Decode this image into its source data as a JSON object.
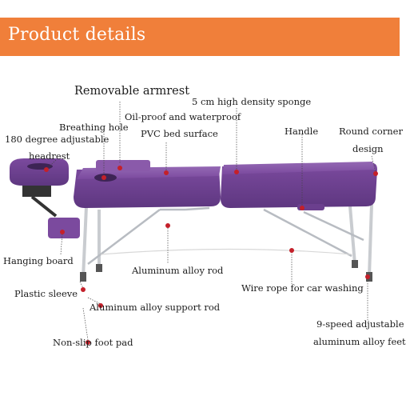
{
  "banner": {
    "title": "Product details",
    "color": "#f07f3a"
  },
  "labels": {
    "removable_armrest": "Removable armrest",
    "breathing_hole": "Breathing hole",
    "oil_proof_line1": "Oil-proof and waterproof",
    "oil_proof_line2": "PVC bed surface",
    "sponge": "5 cm high density sponge",
    "handle": "Handle",
    "round_corner_line1": "Round corner",
    "round_corner_line2": "design",
    "headrest_line1": "180 degree adjustable",
    "headrest_line2": "headrest",
    "hanging_board": "Hanging board",
    "aluminum_rod": "Aluminum alloy rod",
    "plastic_sleeve": "Plastic sleeve",
    "wire_rope": "Wire rope for car washing",
    "support_rod": "Aluminum alloy support rod",
    "feet_line1": "9-speed adjustable",
    "feet_line2": "aluminum alloy feet",
    "foot_pad": "Non-slip foot pad"
  },
  "colors": {
    "upholstery": "#7b4a9e",
    "upholstery_dark": "#5e3780",
    "upholstery_light": "#9468b4",
    "marker": "#c4202a",
    "aluminum": "#c9ccd0"
  }
}
